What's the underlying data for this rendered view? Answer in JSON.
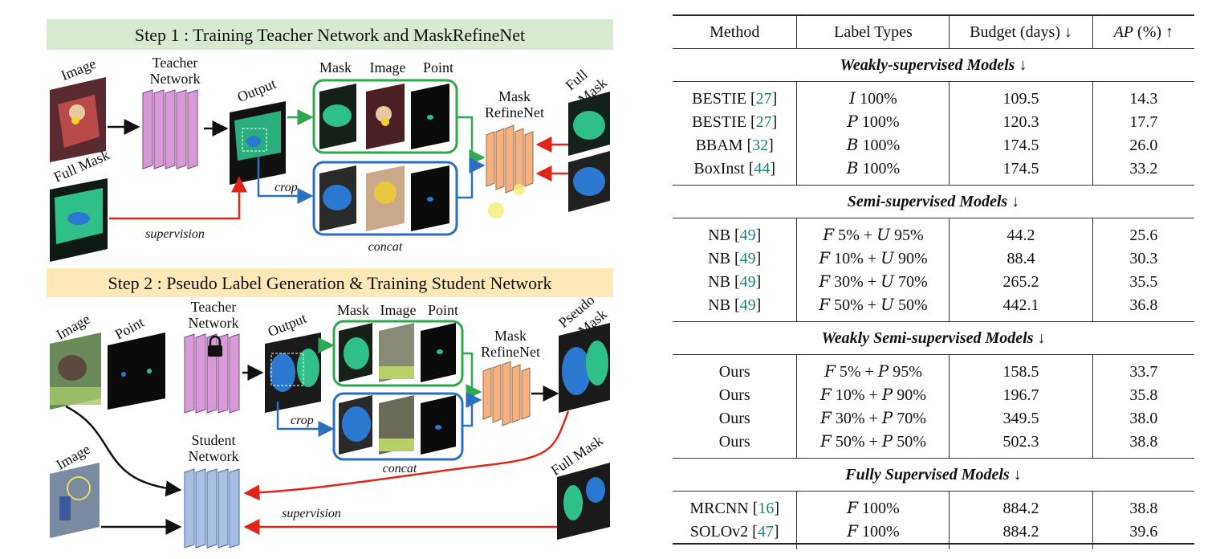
{
  "figure": {
    "step1_title": "Step 1 : Training Teacher Network and MaskRefineNet",
    "step2_title": "Step 2 : Pseudo Label Generation & Training Student Network",
    "labels": {
      "image": "Image",
      "teacher_line1": "Teacher",
      "teacher_line2": "Network",
      "output": "Output",
      "mask": "Mask",
      "point": "Point",
      "refine_line1": "Mask",
      "refine_line2": "RefineNet",
      "full_mask": "Full Mask",
      "full": "Full",
      "mask_word": "Mask",
      "crop": "crop",
      "concat": "concat",
      "supervision": "supervision",
      "pseudo": "Pseudo",
      "student_line1": "Student",
      "student_line2": "Network"
    },
    "colors": {
      "step1_bg": "#d9ead3",
      "step2_bg": "#fde9b8",
      "teacher": "#d99bd8",
      "student": "#a9bfe4",
      "refine": "#f5b182",
      "green_box": "#2fa84f",
      "blue_box": "#2a6fc0",
      "red_arrow": "#e0251b",
      "mask_green": "#2fc08a",
      "mask_blue": "#2a78d0"
    }
  },
  "table": {
    "headers": {
      "method": "Method",
      "label_types": "Label Types",
      "budget": "Budget (days) ↓",
      "ap_italic": "AP",
      "ap_rest": " (%) ↑"
    },
    "sections": [
      {
        "title": "Weakly-supervised Models ↓",
        "rows": [
          {
            "method": "BESTIE",
            "ref": "27",
            "labels": [
              {
                "s": "I",
                "t": " 100%"
              }
            ],
            "budget": "109.5",
            "ap": "14.3"
          },
          {
            "method": "BESTIE",
            "ref": "27",
            "labels": [
              {
                "s": "P",
                "t": " 100%"
              }
            ],
            "budget": "120.3",
            "ap": "17.7"
          },
          {
            "method": "BBAM",
            "ref": "32",
            "labels": [
              {
                "s": "B",
                "t": " 100%"
              }
            ],
            "budget": "174.5",
            "ap": "26.0"
          },
          {
            "method": "BoxInst",
            "ref": "44",
            "labels": [
              {
                "s": "B",
                "t": " 100%"
              }
            ],
            "budget": "174.5",
            "ap": "33.2"
          }
        ]
      },
      {
        "title": "Semi-supervised Models ↓",
        "rows": [
          {
            "method": "NB",
            "ref": "49",
            "labels": [
              {
                "s": "F",
                "t": " 5% + "
              },
              {
                "s": "U",
                "t": " 95%"
              }
            ],
            "budget": "44.2",
            "ap": "25.6"
          },
          {
            "method": "NB",
            "ref": "49",
            "labels": [
              {
                "s": "F",
                "t": " 10% + "
              },
              {
                "s": "U",
                "t": " 90%"
              }
            ],
            "budget": "88.4",
            "ap": "30.3"
          },
          {
            "method": "NB",
            "ref": "49",
            "labels": [
              {
                "s": "F",
                "t": " 30% + "
              },
              {
                "s": "U",
                "t": " 70%"
              }
            ],
            "budget": "265.2",
            "ap": "35.5"
          },
          {
            "method": "NB",
            "ref": "49",
            "labels": [
              {
                "s": "F",
                "t": " 50% + "
              },
              {
                "s": "U",
                "t": " 50%"
              }
            ],
            "budget": "442.1",
            "ap": "36.8"
          }
        ]
      },
      {
        "title": "Weakly Semi-supervised Models ↓",
        "rows": [
          {
            "method": "Ours",
            "ref": "",
            "labels": [
              {
                "s": "F",
                "t": " 5% + "
              },
              {
                "s": "P",
                "t": " 95%"
              }
            ],
            "budget": "158.5",
            "ap": "33.7"
          },
          {
            "method": "Ours",
            "ref": "",
            "labels": [
              {
                "s": "F",
                "t": " 10% + "
              },
              {
                "s": "P",
                "t": " 90%"
              }
            ],
            "budget": "196.7",
            "ap": "35.8"
          },
          {
            "method": "Ours",
            "ref": "",
            "labels": [
              {
                "s": "F",
                "t": " 30% + "
              },
              {
                "s": "P",
                "t": " 70%"
              }
            ],
            "budget": "349.5",
            "ap": "38.0"
          },
          {
            "method": "Ours",
            "ref": "",
            "labels": [
              {
                "s": "F",
                "t": " 50% + "
              },
              {
                "s": "P",
                "t": " 50%"
              }
            ],
            "budget": "502.3",
            "ap": "38.8"
          }
        ]
      },
      {
        "title": "Fully Supervised Models ↓",
        "rows": [
          {
            "method": "MRCNN",
            "ref": "16",
            "labels": [
              {
                "s": "F",
                "t": " 100%"
              }
            ],
            "budget": "884.2",
            "ap": "38.8"
          },
          {
            "method": "SOLOv2",
            "ref": "47",
            "labels": [
              {
                "s": "F",
                "t": " 100%"
              }
            ],
            "budget": "884.2",
            "ap": "39.6"
          }
        ]
      }
    ]
  }
}
